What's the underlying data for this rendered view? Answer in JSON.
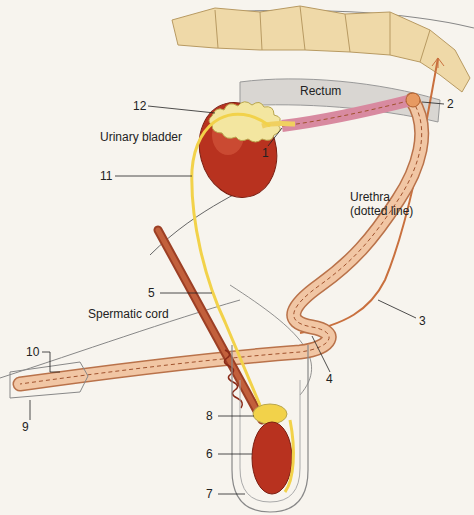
{
  "diagram": {
    "labels": [
      "Rectum",
      "12",
      "Urinary bladder",
      "1",
      "2",
      "11",
      "Urethra (dotted line)",
      "5",
      "Spermatic cord",
      "3",
      "10",
      "4",
      "8",
      "9",
      "6",
      "7"
    ]
  }
}
